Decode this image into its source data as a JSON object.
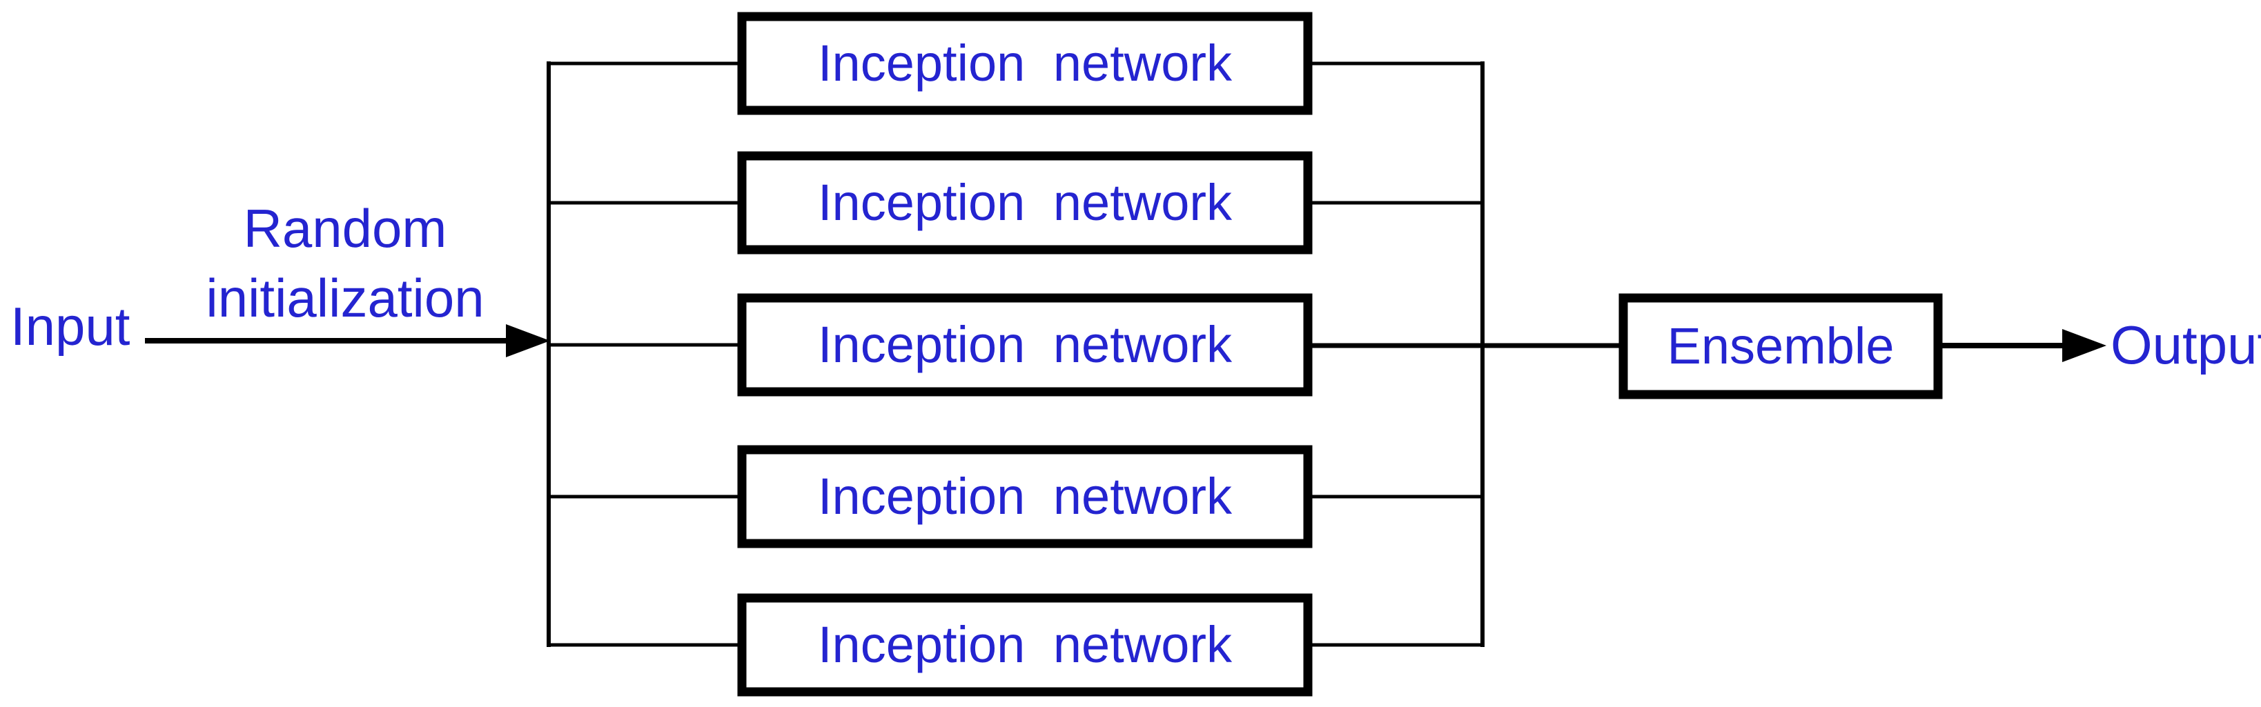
{
  "colors": {
    "text": "#2424D0",
    "line": "#000000",
    "box_fill": "#FFFFFF"
  },
  "diagram": {
    "input_label": "Input",
    "arrow_label": {
      "line1": "Random",
      "line2": "initialization"
    },
    "branches": [
      {
        "label": "Inception network"
      },
      {
        "label": "Inception network"
      },
      {
        "label": "Inception network"
      },
      {
        "label": "Inception network"
      },
      {
        "label": "Inception network"
      }
    ],
    "ensemble_label": "Ensemble",
    "output_label": "Output"
  }
}
